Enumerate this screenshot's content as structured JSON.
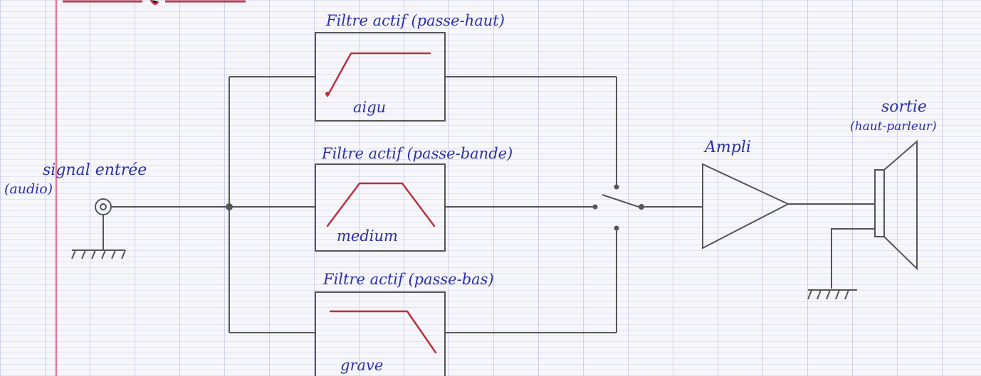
{
  "labels": {
    "input_signal": "signal entrée",
    "input_type": "(audio)",
    "filter_high_title": "Filtre actif (passe-haut)",
    "filter_high_band": "aigu",
    "filter_mid_title": "Filtre actif (passe-bande)",
    "filter_mid_band": "medium",
    "filter_low_title": "Filtre actif (passe-bas)",
    "filter_low_band": "grave",
    "amplifier": "Ampli",
    "output": "sortie",
    "output_device": "(haut-parleur)"
  },
  "colors": {
    "ink": "#2a2fa8",
    "wire": "#555555",
    "filter_curve": "#b8323f",
    "margin": "#e07a9c"
  },
  "icons": {
    "input": "jack-connector-icon",
    "ground": "ground-symbol-icon",
    "selector": "switch-icon",
    "amplifier": "amplifier-triangle-icon",
    "output": "speaker-icon"
  }
}
